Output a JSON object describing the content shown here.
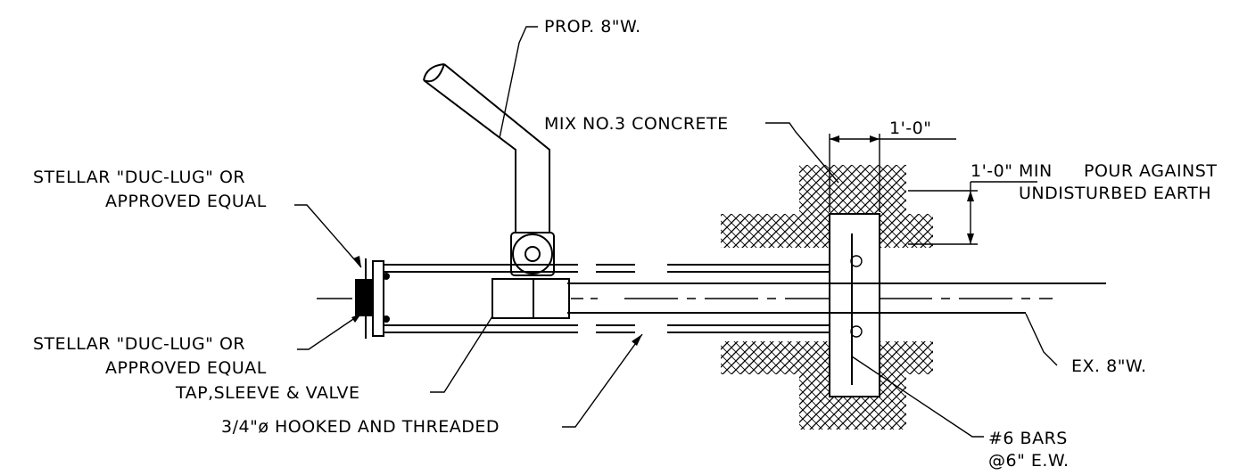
{
  "labels": {
    "prop_main": "PROP. 8\"W.",
    "concrete": "MIX NO.3 CONCRETE",
    "dim_top": "1'-0\"",
    "dim_side_min": "1'-0\" MIN",
    "pour_line1": "POUR AGAINST",
    "pour_line2": "UNDISTURBED EARTH",
    "stellar_top_line1": "STELLAR \"DUC-LUG\" OR",
    "stellar_top_line2": "APPROVED EQUAL",
    "stellar_bot_line1": "STELLAR \"DUC-LUG\" OR",
    "stellar_bot_line2": "APPROVED EQUAL",
    "tap": "TAP,SLEEVE & VALVE",
    "hooked": "3/4\"ø HOOKED AND THREADED",
    "ex_main": "EX. 8\"W.",
    "bars_line1": "#6 BARS",
    "bars_line2": "@6\" E.W."
  }
}
